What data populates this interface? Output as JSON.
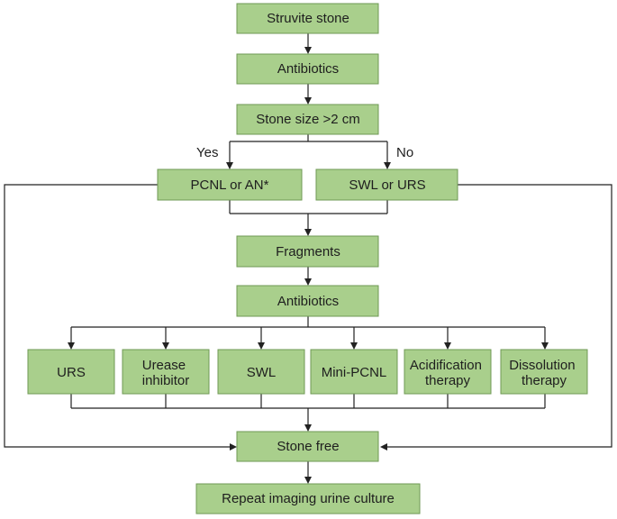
{
  "nodes": {
    "struvite": "Struvite stone",
    "antibiotics1": "Antibiotics",
    "size": "Stone size >2 cm",
    "pcnl": "PCNL or AN*",
    "swl_urs": "SWL or URS",
    "fragments": "Fragments",
    "antibiotics2": "Antibiotics",
    "urs": "URS",
    "urease": [
      "Urease",
      "inhibitor"
    ],
    "swl": "SWL",
    "minipcnl": "Mini-PCNL",
    "acidification": [
      "Acidification",
      "therapy"
    ],
    "dissolution": [
      "Dissolution",
      "therapy"
    ],
    "stone_free": "Stone free",
    "repeat": "Repeat imaging urine culture"
  },
  "edge_labels": {
    "yes": "Yes",
    "no": "No"
  },
  "colors": {
    "box_fill": "#a9cf8c",
    "box_stroke": "#6f9a55",
    "line": "#222222"
  }
}
